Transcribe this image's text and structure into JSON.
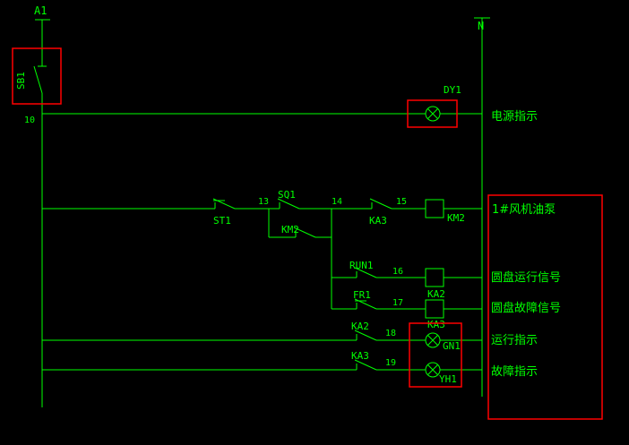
{
  "colors": {
    "background": "#000000",
    "wire": "#00ff00",
    "text": "#00ff00",
    "highlight": "#ff0000"
  },
  "rails": {
    "left_label": "A1",
    "right_label": "N"
  },
  "wire_numbers": {
    "rung1": "10",
    "sq1_in": "13",
    "sq1_out": "14",
    "km2_coil_in": "15",
    "ka2_coil_in": "16",
    "ka3_coil_in": "17",
    "gn1_in": "18",
    "yh1_in": "19"
  },
  "components": {
    "sb1": "SB1",
    "dy1": "DY1",
    "st1": "ST1",
    "sq1": "SQ1",
    "km2_contact": "KM2",
    "ka3_contact": "KA3",
    "km2_coil": "KM2",
    "run1": "RUN1",
    "ka2_coil": "KA2",
    "fr1": "FR1",
    "ka3_coil": "KA3",
    "ka2_contact": "KA2",
    "gn1": "GN1",
    "ka3_contact_2": "KA3",
    "yh1": "YH1"
  },
  "annotations": {
    "power_indicator": "电源指示",
    "fan_oil_pump": "1#风机油泵",
    "disc_run_signal": "圆盘运行信号",
    "disc_fault_signal": "圆盘故障信号",
    "run_indicator": "运行指示",
    "fault_indicator": "故障指示"
  }
}
